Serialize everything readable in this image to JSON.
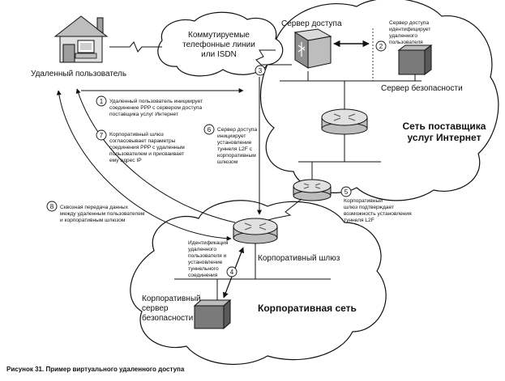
{
  "labels": {
    "pstn": [
      "Коммутируемые",
      "телефонные линии",
      "или ISDN"
    ],
    "remote_user": "Удаленный пользователь",
    "access_server": "Сервер доступа",
    "security_server": "Сервер безопасности",
    "isp_network": [
      "Сеть поставщика",
      "услуг Интернет"
    ],
    "corp_gateway": "Корпоративный шлюз",
    "corp_security_server": [
      "Корпоративный",
      "сервер",
      "безопасности"
    ],
    "corp_network": "Корпоративная сеть",
    "caption": "Рисунок 31. Пример виртуального удаленного доступа"
  },
  "steps": [
    {
      "num": "1",
      "lines": [
        "Удаленный пользователь инициирует",
        "соединение PPP с сервером доступа",
        "поставщика услуг Интернет"
      ]
    },
    {
      "num": "2",
      "lines": [
        "Сервер доступа",
        "идентифицирует",
        "удаленного",
        "пользователя"
      ]
    },
    {
      "num": "3",
      "lines": []
    },
    {
      "num": "4",
      "lines": [
        "Идентификация",
        "удаленного",
        "пользователя и",
        "установление",
        "туннельного",
        "соединения"
      ]
    },
    {
      "num": "5",
      "lines": [
        "Корпоративный",
        "шлюз подтверждает",
        "возможность установления",
        "туннеля L2F"
      ]
    },
    {
      "num": "6",
      "lines": [
        "Сервер доступа",
        "инициирует",
        "установление",
        "туннеля L2F с",
        "корпоративным",
        "шлюзом"
      ]
    },
    {
      "num": "7",
      "lines": [
        "Корпоративный шлюз",
        "согласовывает параметры",
        "соединения PPP с удаленным",
        "пользователем и присваивает",
        "ему адрес IP"
      ]
    },
    {
      "num": "8",
      "lines": [
        "Сквозная передача данных",
        "между удаленным пользователем",
        "и корпоративным шлюзом"
      ]
    }
  ],
  "icons": [
    "house-icon",
    "computer-icon",
    "access-server-icon",
    "security-server-icon",
    "router-icon",
    "corporate-server-icon"
  ]
}
